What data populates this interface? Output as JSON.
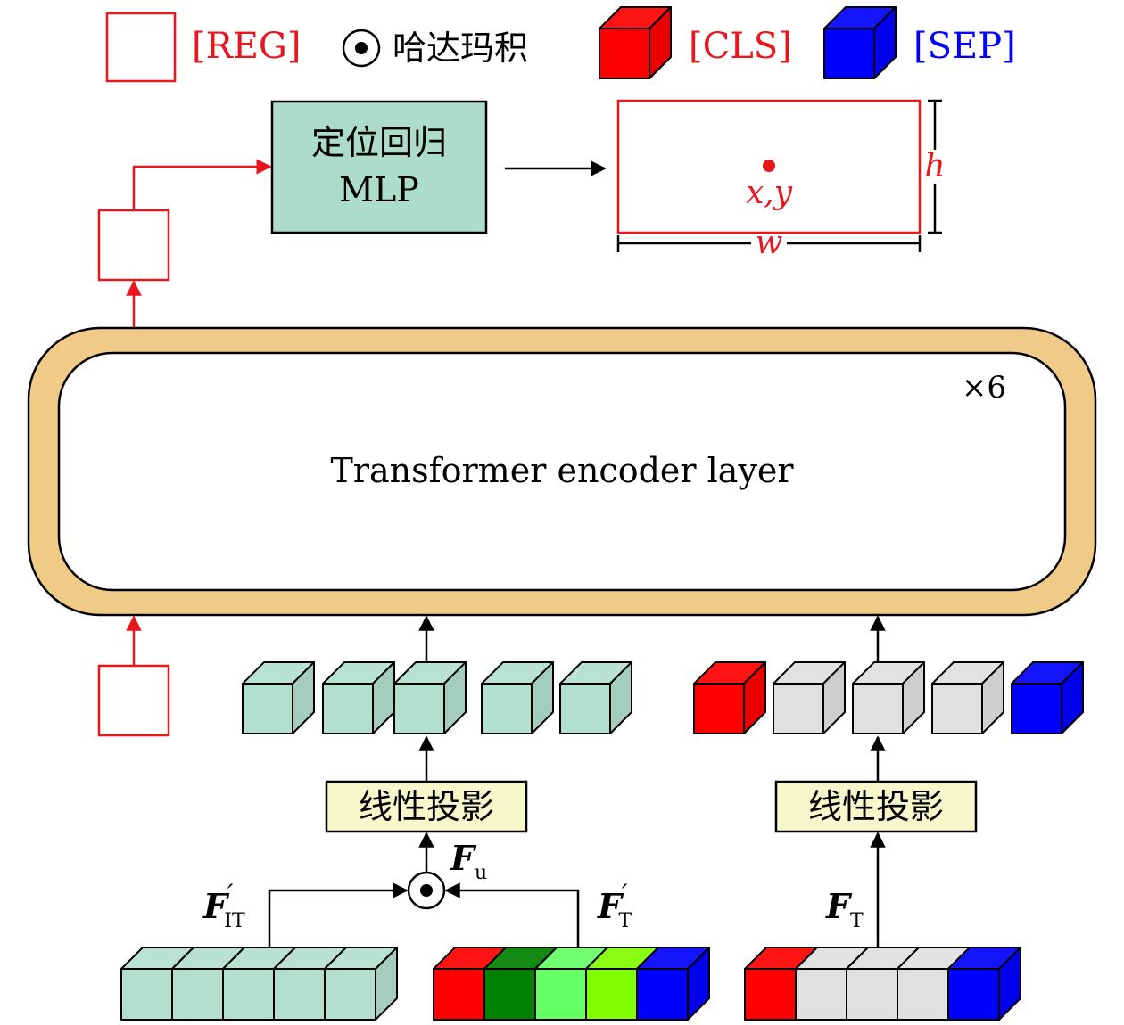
{
  "legend": {
    "reg_label": "[REG]",
    "hadamard_label": "哈达玛积",
    "cls_label": "[CLS]",
    "sep_label": "[SEP]"
  },
  "mlp": {
    "line1": "定位回归",
    "line2": "MLP"
  },
  "bbox": {
    "center_label": "x,y",
    "height_label": "h",
    "width_label": "w"
  },
  "encoder": {
    "label": "Transformer encoder layer",
    "repeat_label": "×6"
  },
  "projection": {
    "left_label": "线性投影",
    "right_label": "线性投影"
  },
  "features": {
    "fit_main": "F",
    "fit_sup": "′",
    "fit_sub": "IT",
    "fu_main": "F",
    "fu_sub": "u",
    "ft_prime_main": "F",
    "ft_prime_sup": "′",
    "ft_prime_sub": "T",
    "ft_main": "F",
    "ft_sub": "T"
  },
  "colors": {
    "reg_red": "#e8161d",
    "cls_red": "#ff0000",
    "sep_blue": "#0000ff",
    "teal_token": "#b3dfcf",
    "grey_token": "#e0e0e0",
    "encoder_ring": "#f0cb87",
    "mlp_fill": "#aedccb",
    "projection_fill": "#f7f7cc",
    "dark_green": "#008000",
    "light_green": "#66ff66",
    "lime_green": "#80ff00"
  }
}
